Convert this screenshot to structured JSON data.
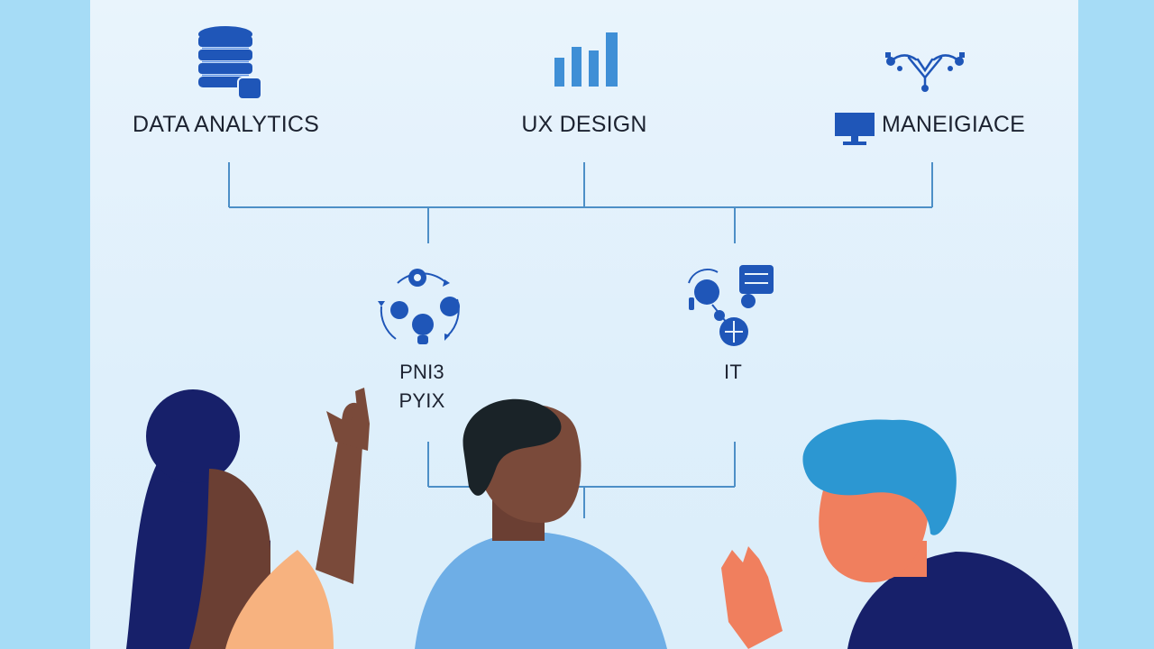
{
  "colors": {
    "background": "#a6dcf6",
    "panel": "#e7f3fc",
    "line": "#4d8fc7",
    "icon_blue": "#1f56b8",
    "icon_light": "#3f8fd6",
    "navy": "#17206a",
    "skin_dark": "#6b3f33",
    "skin_mid": "#7a4a3a",
    "skin_light": "#f07f5e",
    "hair_blue": "#2c97d2",
    "shirt_peach": "#f7b27f",
    "shirt_blue": "#6eaee6"
  },
  "nodes": {
    "data_analytics": {
      "label": "DATA ANALYTICS",
      "icon": "database-icon"
    },
    "ux_design": {
      "label": "UX DESIGN",
      "icon": "bar-chart-icon"
    },
    "management": {
      "label": "MANEIGIACE",
      "icon": "monitor-icon",
      "top_icon": "network-icon"
    },
    "pmb": {
      "label_line1": "PNI3",
      "label_line2": "PYIX",
      "icon": "gear-cycle-icon"
    },
    "it": {
      "label": "IT",
      "icon": "tech-cluster-icon"
    }
  },
  "people": [
    "person-left",
    "person-center",
    "person-right"
  ]
}
